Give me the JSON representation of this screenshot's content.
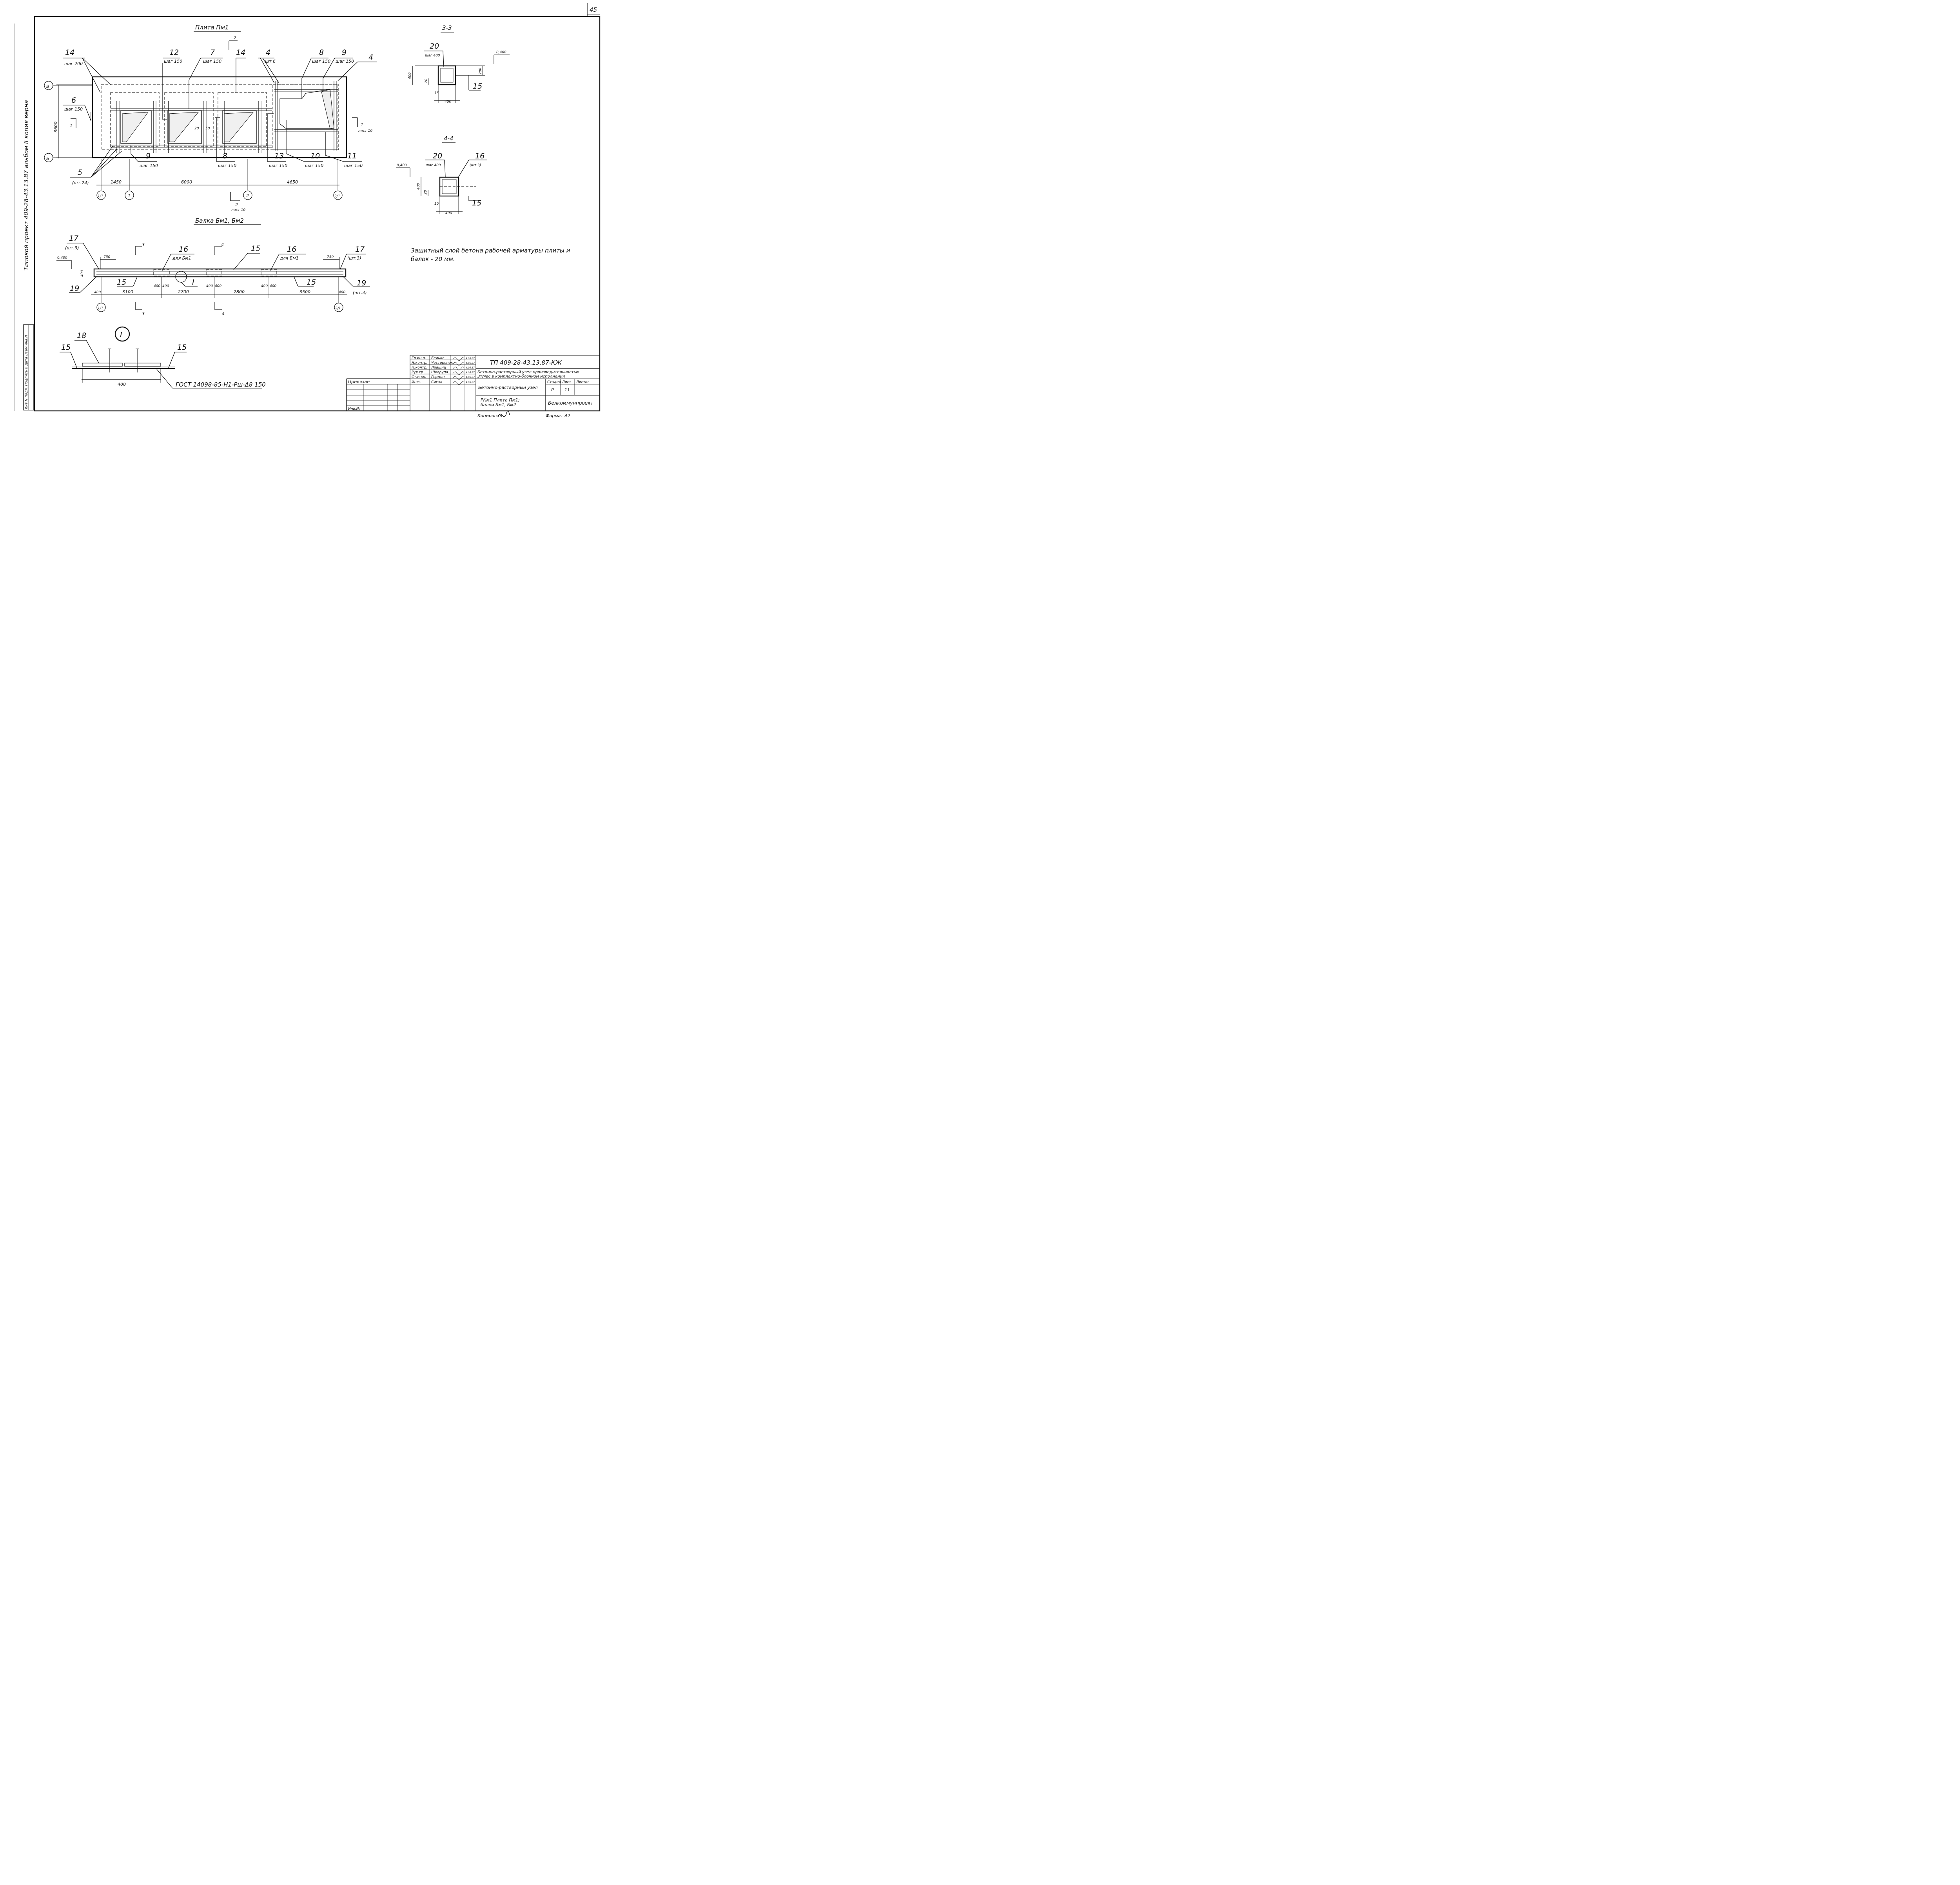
{
  "page_number": "45",
  "side_label": "Типовой проект 409-28-43.13.87 альбом II копия верна",
  "side_stamp": "Инв.N подл. Подпись и дата Взам.инв.N",
  "slab": {
    "title": "Плита Пм1",
    "callouts": [
      {
        "num": "14",
        "sub": "шаг 200"
      },
      {
        "num": "12",
        "sub": "шаг 150"
      },
      {
        "num": "7",
        "sub": "шаг 150"
      },
      {
        "num": "14",
        "sub": ""
      },
      {
        "num": "4",
        "sub": "шт 6"
      },
      {
        "num": "8",
        "sub": "шаг 150"
      },
      {
        "num": "9",
        "sub": "шаг 150"
      },
      {
        "num": "4",
        "sub": ""
      },
      {
        "num": "6",
        "sub": "шаг 150"
      },
      {
        "num": "5",
        "sub": "(шт.24)"
      },
      {
        "num": "9",
        "sub": "шаг 150"
      },
      {
        "num": "8",
        "sub": "шаг 150"
      },
      {
        "num": "13",
        "sub": "шаг 150"
      },
      {
        "num": "10",
        "sub": "шаг 150"
      },
      {
        "num": "11",
        "sub": "шаг 150"
      }
    ],
    "dims": {
      "height": "3600",
      "d1": "1450",
      "d2": "6000",
      "d3": "4650",
      "gap1": "20",
      "gap2": "50"
    },
    "axes": [
      "В",
      "Б",
      "1/1",
      "1",
      "2",
      "2/1"
    ],
    "sections": {
      "s2_top": "2",
      "s2_bottom": "2",
      "s2_sheet": "лист 10",
      "s1_left": "1",
      "s1_right": "1",
      "s1_sheet": "лист 10"
    }
  },
  "beam": {
    "title": "Балка Бм1, Бм2",
    "callouts": [
      {
        "num": "17",
        "sub": "(шт.3)"
      },
      {
        "num": "16",
        "sub": "для Бм1"
      },
      {
        "num": "15",
        "sub": ""
      },
      {
        "num": "16",
        "sub": "для Бм1"
      },
      {
        "num": "17",
        "sub": "(шт.3)"
      },
      {
        "num": "19",
        "sub": ""
      },
      {
        "num": "15",
        "sub": ""
      },
      {
        "num": "I",
        "sub": ""
      },
      {
        "num": "15",
        "sub": ""
      },
      {
        "num": "19",
        "sub": "(шт.3)"
      }
    ],
    "level": "0,400",
    "height": "400",
    "dims_top": [
      "750",
      "750"
    ],
    "dims_bottom": [
      "400",
      "3100",
      "400",
      "400",
      "2700",
      "400",
      "400",
      "2800",
      "400",
      "400",
      "3500",
      "400"
    ],
    "axes": [
      "1/1",
      "2/1"
    ],
    "sections": [
      "3",
      "4",
      "3",
      "4"
    ]
  },
  "section33": {
    "title": "3-3",
    "callout": {
      "num": "20",
      "sub": "шаг 400"
    },
    "level": "0,400",
    "dims": {
      "h": "400",
      "h2": "200",
      "c1": "20",
      "c2": "15",
      "w": "400"
    },
    "bar": "15"
  },
  "section44": {
    "title": "4-4",
    "callout": {
      "num": "20",
      "sub": "шаг 400"
    },
    "callout2": {
      "num": "16",
      "sub": "(шт.3)"
    },
    "level": "0,400",
    "dims": {
      "h": "400",
      "c1": "20",
      "c2": "15",
      "w": "400"
    },
    "bar": "15"
  },
  "detail": {
    "title": "I",
    "callouts": [
      {
        "num": "18"
      },
      {
        "num": "15"
      },
      {
        "num": "15"
      }
    ],
    "dim": "400",
    "note": "ГОСТ 14098-85-Н1-Рш-Δ8 150"
  },
  "note": "Защитный слой бетона рабочей арматуры плиты и балок - 20 мм.",
  "title_block": {
    "code": "ТП 409-28-43.13.87-КЖ",
    "description": "Бетонно-растворный узел производительностью 3т/час в комплектно-блочном исполнении",
    "object": "Бетонно-растворный узел",
    "drawing": "РКм1 Плита Пм1; балки Бм1, Бм2",
    "stage_label": "Стадия",
    "sheet_label": "Лист",
    "sheets_label": "Листов",
    "stage": "Р",
    "sheet": "11",
    "sheets": "",
    "org": "Белкоммунпроект",
    "bound": "Привязан",
    "inv": "Инв.N:",
    "copied": "Копировал",
    "format": "Формат А2",
    "staff": [
      {
        "role": "Гл.ин.п.",
        "name": "Белько"
      },
      {
        "role": "Н.контр.",
        "name": "Честоренок"
      },
      {
        "role": "Н.контр.",
        "name": "Лившиц"
      },
      {
        "role": "Рук.гр.",
        "name": "Шкорупа"
      },
      {
        "role": "Ст.инж.",
        "name": "Гермон"
      },
      {
        "role": "Инж.",
        "name": "Сигал"
      }
    ],
    "dates": [
      "4.06.87",
      "4.06.87",
      "4.06.87",
      "4.06.87",
      "4.06.87",
      "4.06.87"
    ]
  }
}
